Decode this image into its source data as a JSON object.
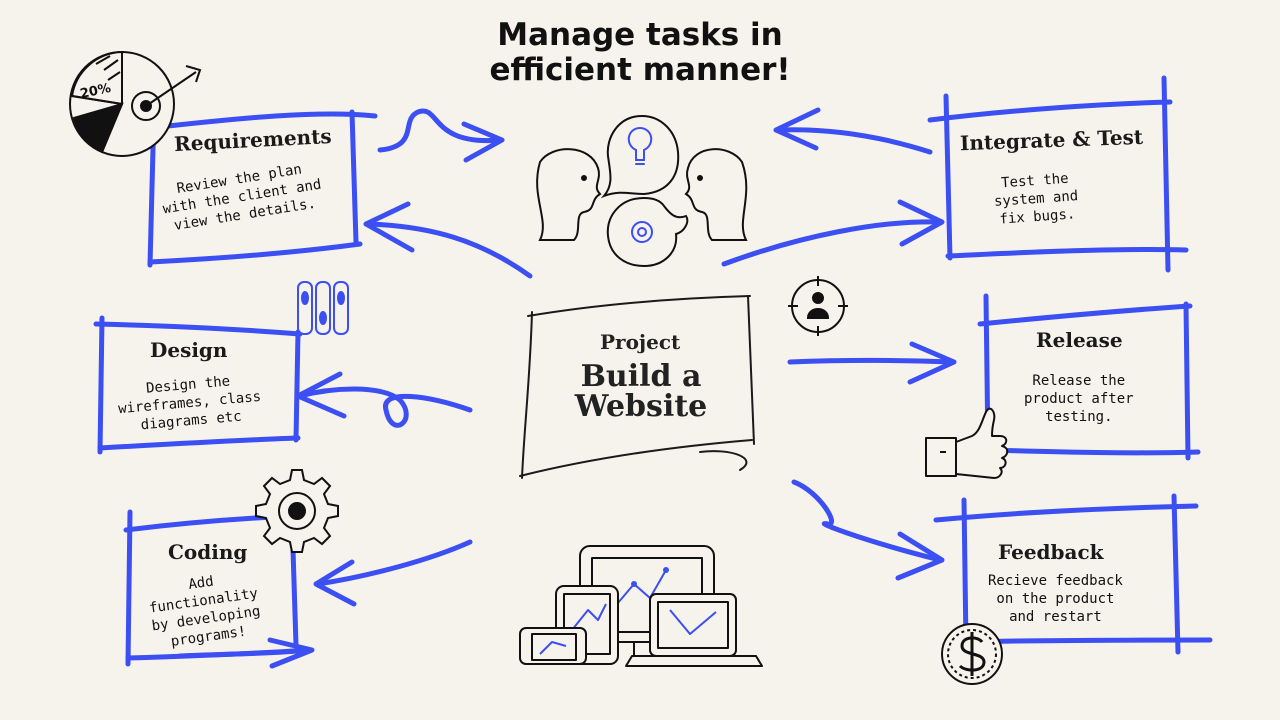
{
  "title": {
    "line1": "Manage tasks in",
    "line2": "efficient manner!"
  },
  "center": {
    "label": "Project",
    "name_line1": "Build a",
    "name_line2": "Website"
  },
  "steps": [
    {
      "id": "requirements",
      "title": "Requirements",
      "lines": [
        "Review the plan",
        "with the client and",
        "view the details."
      ]
    },
    {
      "id": "design",
      "title": "Design",
      "lines": [
        "Design the",
        "wireframes, class",
        "diagrams etc"
      ]
    },
    {
      "id": "coding",
      "title": "Coding",
      "lines": [
        "Add",
        "functionality",
        "by developing",
        "programs!"
      ]
    },
    {
      "id": "integrate",
      "title": "Integrate & Test",
      "lines": [
        "Test the",
        "system and",
        "fix bugs."
      ]
    },
    {
      "id": "release",
      "title": "Release",
      "lines": [
        "Release the",
        "product after",
        "testing."
      ]
    },
    {
      "id": "feedback",
      "title": "Feedback",
      "lines": [
        "Recieve feedback",
        "on the product",
        "and restart"
      ]
    }
  ],
  "pie_label": "20%",
  "colors": {
    "accent": "#3b4ff2",
    "ink": "#1a1a1a",
    "background": "#f6f2ec"
  },
  "icons": [
    "pie-chart-target-icon",
    "idea-discussion-icon",
    "user-target-icon",
    "toggle-switches-icon",
    "thumbs-up-icon",
    "gear-icon",
    "devices-icon",
    "dollar-coin-icon"
  ]
}
